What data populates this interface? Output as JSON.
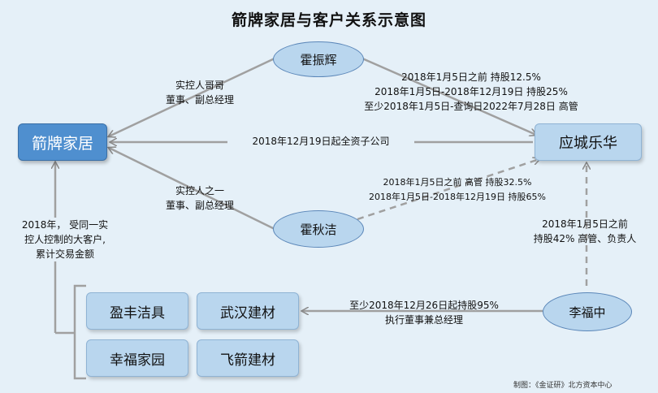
{
  "title": "箭牌家居与客户关系示意图",
  "nodes": {
    "main": "箭牌家居",
    "target": "应城乐华",
    "person1": "霍振辉",
    "person2": "霍秋洁",
    "person3": "李福中"
  },
  "customers": [
    "盈丰洁具",
    "武汉建材",
    "幸福家园",
    "飞箭建材"
  ],
  "edges": {
    "p1_main": [
      "实控人哥哥",
      "董事、副总经理"
    ],
    "p1_target": [
      "2018年1月5日之前 持股12.5%",
      "2018年1月5日-2018年12月19日  持股25%",
      "至少2018年1月5日-查询日2022年7月28日 高管"
    ],
    "main_target": "2018年12月19日起全资子公司",
    "p2_main": [
      "实控人之一",
      "董事、副总经理"
    ],
    "p2_target": [
      "2018年1月5日之前  高管  持股32.5%",
      "2018年1月5日-2018年12月19日  持股65%"
    ],
    "p3_target": [
      "2018年1月5日之前",
      "持股42% 高管、负责人"
    ],
    "p3_customers": [
      "至少2018年12月26日起持股95%",
      "执行董事兼总经理"
    ],
    "customers_main": [
      "2018年， 受同一实",
      "控人控制的大客户,",
      "累计交易金额"
    ]
  },
  "source_note": "制图：《金证研》北方资本中心"
}
